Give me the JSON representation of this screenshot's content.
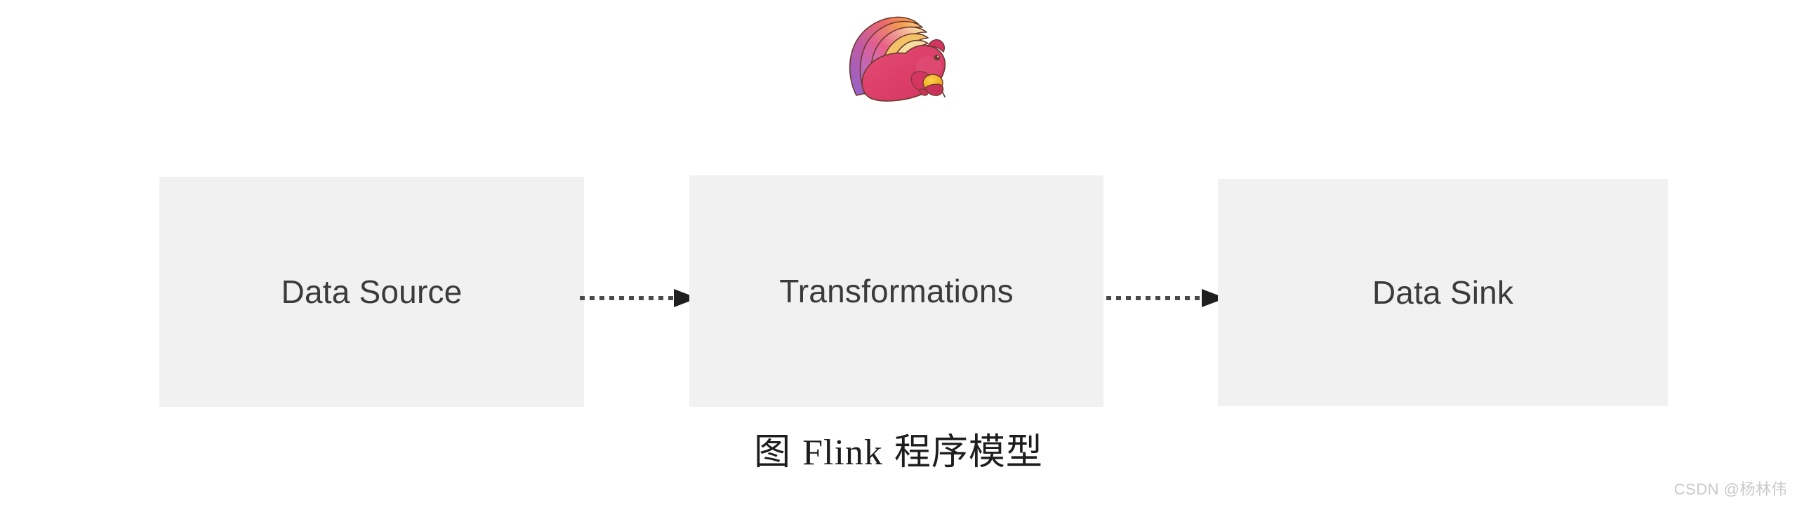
{
  "figure": {
    "title": "Flink program model diagram",
    "background_color": "#ffffff",
    "box_fill_color": "#f1f1f1",
    "box_text_color": "#3b3b3b",
    "arrow_color": "#4a4a4a",
    "caption_color": "#1d1d1d",
    "watermark_color": "#c9c9c9"
  },
  "logo": {
    "name": "apache-flink-squirrel-logo",
    "body_color": "#e0436a",
    "body_shade_color": "#c9325a",
    "tail_purple": "#9a6fd0",
    "tail_pink": "#e0558c",
    "tail_orange": "#f1a13a",
    "tail_yellow": "#f6d48a",
    "acorn_color": "#f0a81e",
    "acorn_cap_color": "#c9325a",
    "outline_color": "#6b3a2e"
  },
  "nodes": [
    {
      "id": "data-source",
      "label": "Data Source"
    },
    {
      "id": "transformations",
      "label": "Transformations"
    },
    {
      "id": "data-sink",
      "label": "Data Sink"
    }
  ],
  "arrows": [
    {
      "id": "arrow-source-to-transform",
      "style": "dotted",
      "direction": "right"
    },
    {
      "id": "arrow-transform-to-sink",
      "style": "dotted",
      "direction": "right"
    }
  ],
  "caption": {
    "prefix": "图",
    "product": "Flink",
    "suffix": "程序模型"
  },
  "watermark": {
    "text": "CSDN @杨林伟"
  }
}
